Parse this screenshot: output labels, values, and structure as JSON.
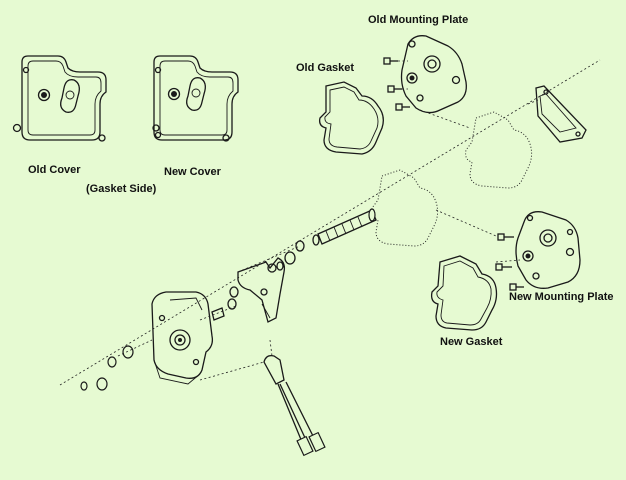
{
  "background": "#e6fad2",
  "labels": {
    "old_cover": "Old Cover",
    "gasket_side": "(Gasket Side)",
    "new_cover": "New Cover",
    "old_gasket": "Old Gasket",
    "old_mounting_plate": "Old Mounting Plate",
    "new_mounting_plate": "New Mounting Plate",
    "new_gasket": "New Gasket"
  }
}
